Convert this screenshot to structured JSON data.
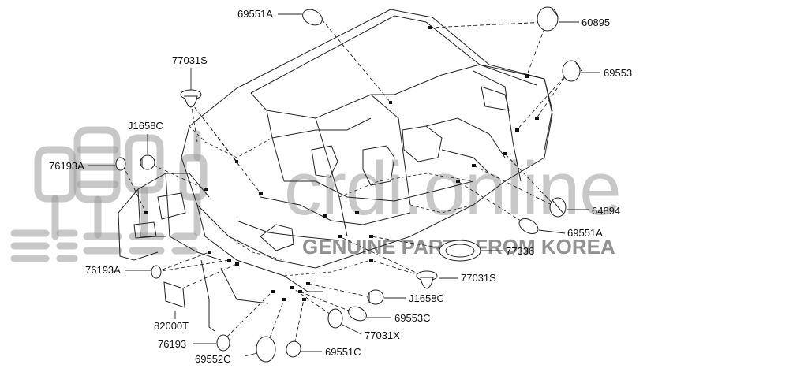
{
  "watermark": {
    "site": "crdi.online",
    "tagline": "GENUINE PARTS FROM KOREA"
  },
  "labels": [
    {
      "id": "p69551a_top",
      "text": "69551A"
    },
    {
      "id": "p60895",
      "text": "60895"
    },
    {
      "id": "p77031s_top",
      "text": "77031S"
    },
    {
      "id": "p69553",
      "text": "69553"
    },
    {
      "id": "pj1658c_top",
      "text": "J1658C"
    },
    {
      "id": "p76193a_top",
      "text": "76193A"
    },
    {
      "id": "p64894",
      "text": "64894"
    },
    {
      "id": "p69551a_mid",
      "text": "69551A"
    },
    {
      "id": "p77336",
      "text": "77336"
    },
    {
      "id": "p76193a_low",
      "text": "76193A"
    },
    {
      "id": "p77031s_low",
      "text": "77031S"
    },
    {
      "id": "pj1658c_low",
      "text": "J1658C"
    },
    {
      "id": "p69553c",
      "text": "69553C"
    },
    {
      "id": "p82000t",
      "text": "82000T"
    },
    {
      "id": "p77031x",
      "text": "77031X"
    },
    {
      "id": "p76193",
      "text": "76193"
    },
    {
      "id": "p69552c",
      "text": "69552C"
    },
    {
      "id": "p69551c",
      "text": "69551C"
    }
  ]
}
